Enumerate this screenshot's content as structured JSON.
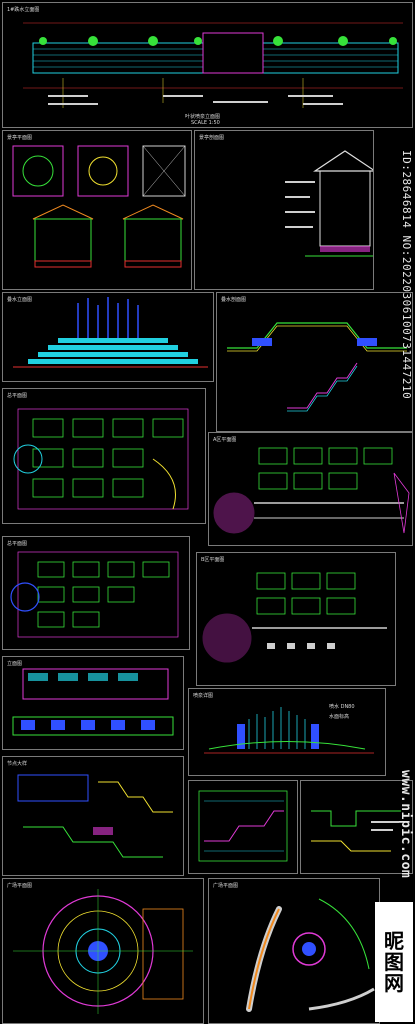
{
  "watermark": {
    "id_text": "ID:28646814 NO:20220306100731447210",
    "site_text": "www.nipic.com",
    "logo_chars": [
      "昵",
      "图",
      "网"
    ]
  },
  "panels": {
    "p1": {
      "caption": "叶状喷泉立面图",
      "scale": "SCALE 1:50",
      "top_label": "1#跌水立面图"
    },
    "p2": {
      "top_label": "景亭平面图"
    },
    "p3": {
      "top_label": "景亭剖面图"
    },
    "p4": {
      "top_label": "叠水立面图"
    },
    "p5": {
      "top_label": "叠水剖面图"
    },
    "p6": {
      "top_label": "总平面图"
    },
    "p7": {
      "top_label": "A区平面图"
    },
    "p8": {
      "top_label": "总平面图"
    },
    "p9": {
      "top_label": "B区平面图"
    },
    "p10": {
      "top_label": "立面图"
    },
    "p11": {
      "top_label": "喷泉详图",
      "note_a": "喷水 DN80",
      "note_b": "水面标高"
    },
    "p12": {
      "top_label": "节点大样"
    },
    "p13": {
      "top_label": "广场平面图"
    },
    "p14": {
      "top_label": "广场平面图"
    }
  },
  "colors": {
    "cyan": "#21d0e0",
    "green": "#37e23a",
    "magenta": "#e03ad6",
    "yellow": "#f0e030",
    "red": "#e33030",
    "blue": "#3050ff",
    "white": "#e0e0e0",
    "orange": "#f08a20"
  }
}
